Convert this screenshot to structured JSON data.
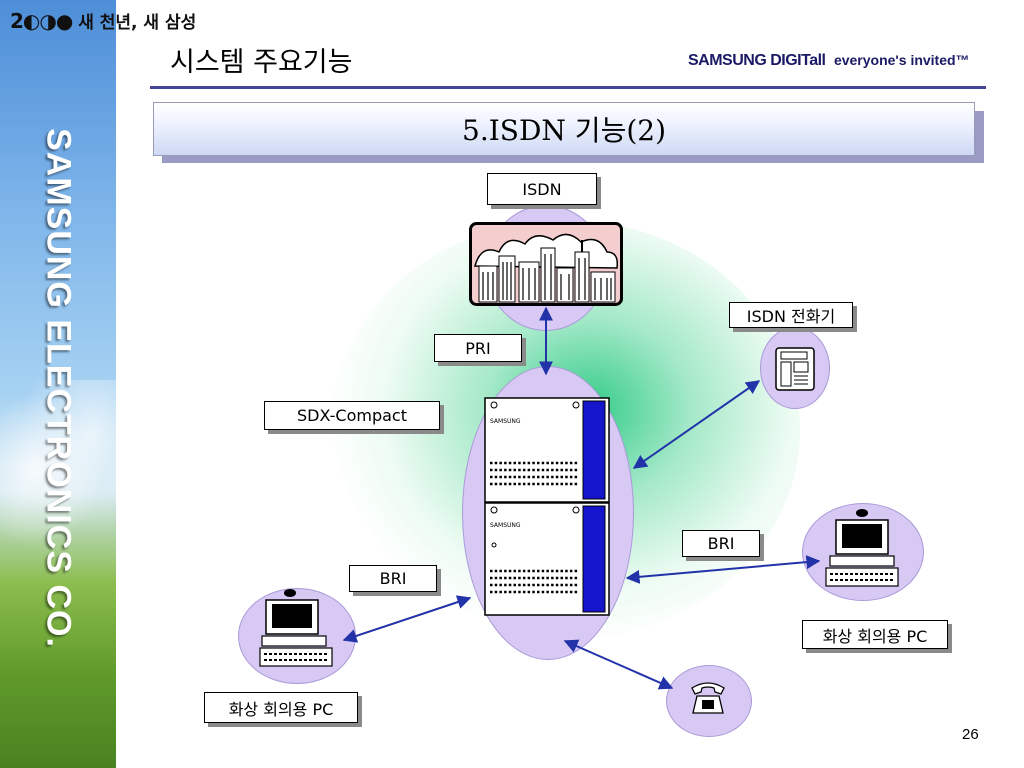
{
  "header": {
    "slogan_mark": "2◐◑●",
    "slogan": "새 천년, 새 삼성",
    "page_title": "시스템 주요기능",
    "logo_brand": "SAMSUNG DIGITall",
    "logo_tag": "everyone's invited™"
  },
  "sidebar": {
    "vertical_text": "SAMSUNG ELECTRONICS CO."
  },
  "banner": {
    "title": "5.ISDN 기능(2)"
  },
  "diagram": {
    "nodes": {
      "isdn": "ISDN",
      "isdn_phone": "ISDN 전화기",
      "sdx": "SDX-Compact",
      "pc_right": "화상 회의용 PC",
      "pc_left": "화상 회의용 PC"
    },
    "links": {
      "pri": "PRI",
      "bri_right": "BRI",
      "bri_left": "BRI"
    },
    "device_brand": "SAMSUNG",
    "colors": {
      "ellipse": "#d8c8f4",
      "arrow": "#2233aa",
      "glow": "#2ec98a",
      "pbx_panel": "#1515cc"
    }
  },
  "footer": {
    "page_number": "26"
  }
}
